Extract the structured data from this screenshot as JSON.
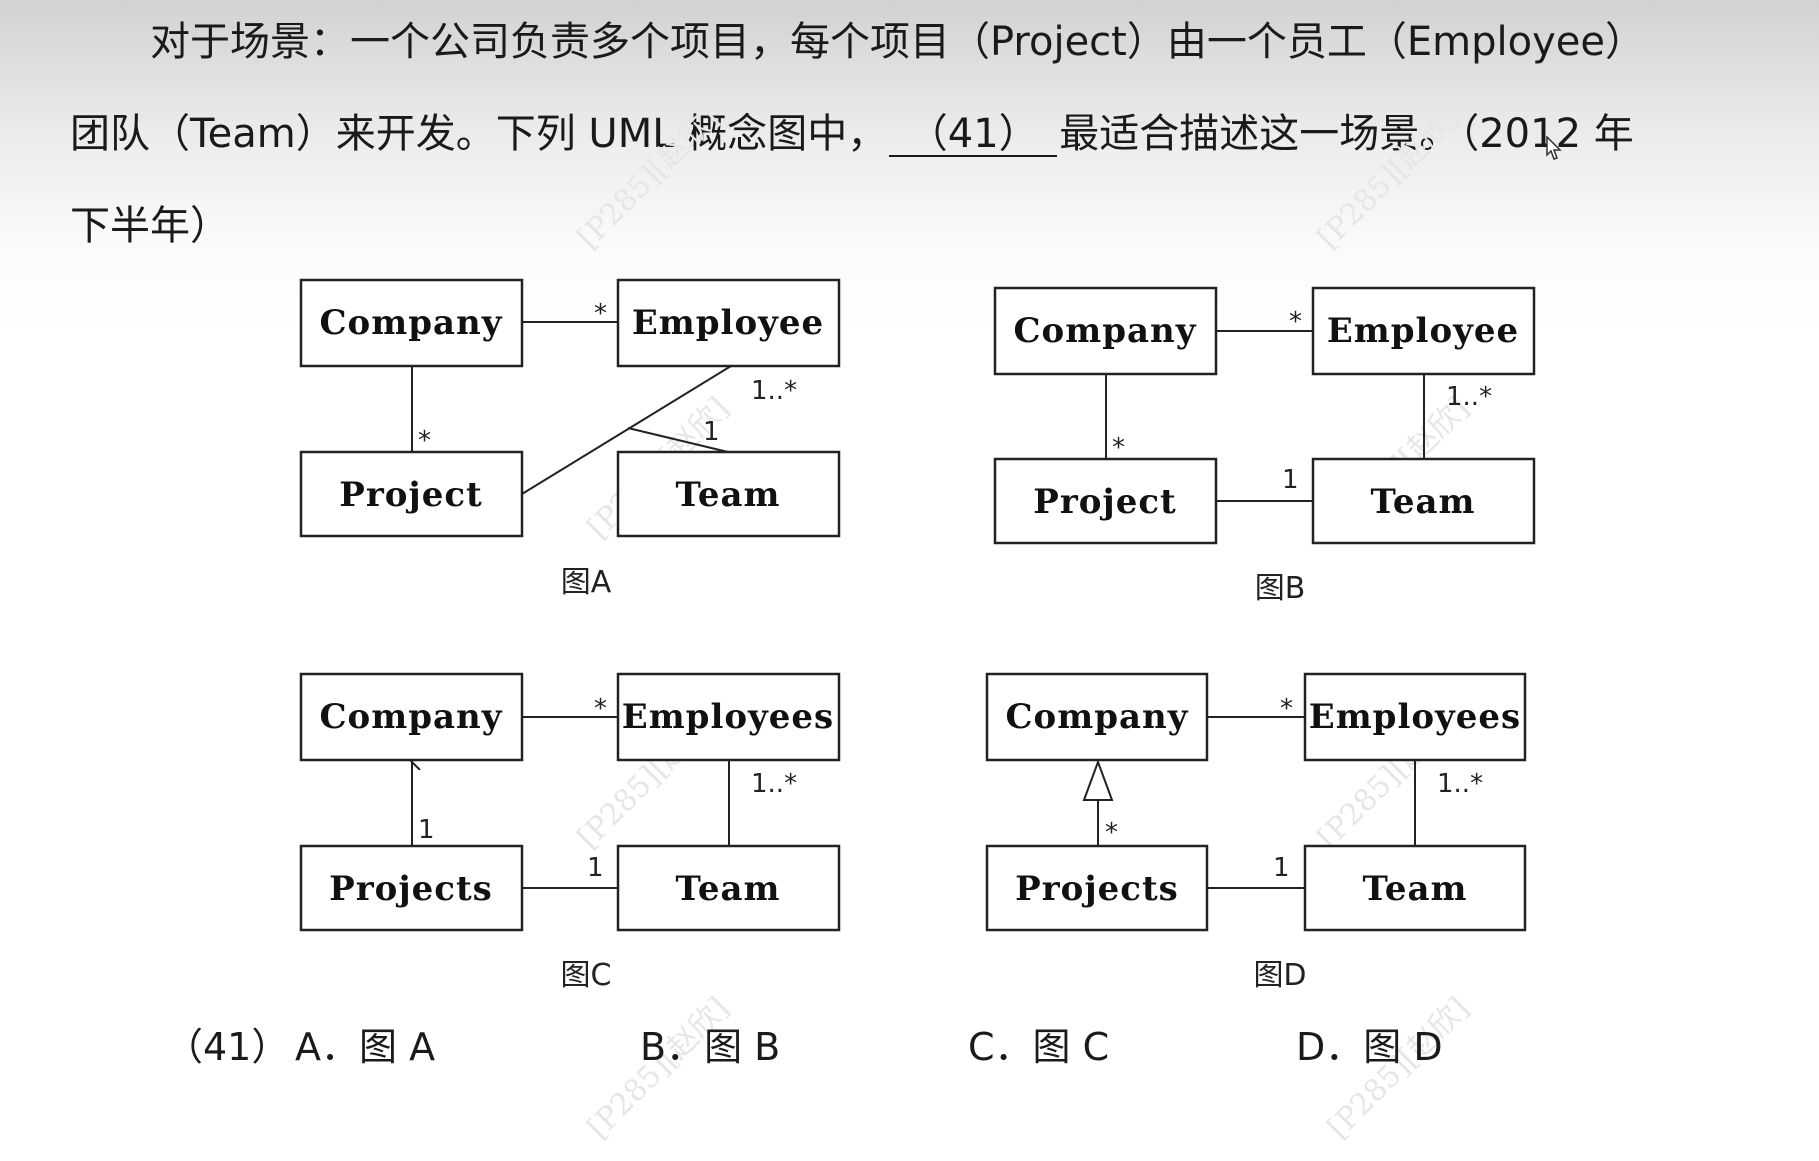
{
  "question": {
    "line1": "对于场景：一个公司负责多个项目，每个项目（Project）由一个员工（Employee）",
    "line2_before": "团队（Team）来开发。下列 UML 概念图中，",
    "blank": "（41）",
    "line2_after": "最适合描述这一场景。（2012 年",
    "line3": "下半年）"
  },
  "diagrams": {
    "a": {
      "caption": "图A",
      "company": "Company",
      "employee": "Employee",
      "project": "Project",
      "team": "Team",
      "m_company_employee": "*",
      "m_company_project": "*",
      "m_employee_team": "1..*",
      "m_team_side": "1"
    },
    "b": {
      "caption": "图B",
      "company": "Company",
      "employee": "Employee",
      "project": "Project",
      "team": "Team",
      "m_company_employee": "*",
      "m_company_project": "*",
      "m_employee_team": "1..*",
      "m_project_team": "1"
    },
    "c": {
      "caption": "图C",
      "company": "Company",
      "employee": "Employees",
      "project": "Projects",
      "team": "Team",
      "m_company_employee": "*",
      "m_project_company": "1",
      "m_employee_team": "1..*",
      "m_project_team": "1"
    },
    "d": {
      "caption": "图D",
      "company": "Company",
      "employee": "Employees",
      "project": "Projects",
      "team": "Team",
      "m_company_employee": "*",
      "m_project_company": "*",
      "m_employee_team": "1..*",
      "m_project_team": "1"
    }
  },
  "watermark": "[P285][赵欣]",
  "options": {
    "number": "（41）",
    "a": "A．图 A",
    "b": "B．图 B",
    "c": "C．图 C",
    "d": "D．图 D"
  }
}
